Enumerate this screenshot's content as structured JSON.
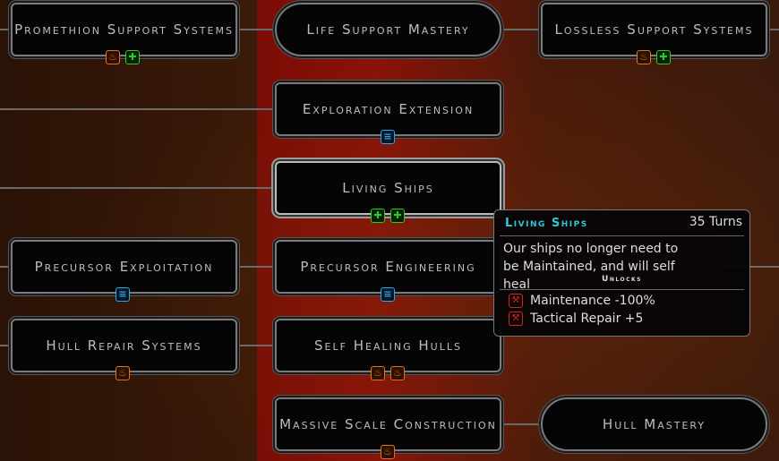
{
  "nodes": {
    "promethion": {
      "label": "Promethion Support Systems",
      "icons": [
        "orange",
        "green"
      ]
    },
    "life_support": {
      "label": "Life Support Mastery"
    },
    "lossless": {
      "label": "Lossless Support Systems",
      "icons": [
        "orange",
        "green"
      ]
    },
    "exploration": {
      "label": "Exploration Extension",
      "icons": [
        "blue"
      ]
    },
    "living_ships": {
      "label": "Living Ships",
      "icons": [
        "green",
        "green"
      ]
    },
    "precursor_exploitation": {
      "label": "Precursor Exploitation",
      "icons": [
        "blue"
      ]
    },
    "precursor_engineering": {
      "label": "Precursor Engineering",
      "icons": [
        "blue"
      ]
    },
    "hull_repair": {
      "label": "Hull Repair Systems",
      "icons": [
        "orange"
      ]
    },
    "self_healing": {
      "label": "Self Healing Hulls",
      "icons": [
        "orange",
        "orange"
      ]
    },
    "massive_scale": {
      "label": "Massive Scale Construction",
      "icons": [
        "orange"
      ]
    },
    "hull_mastery": {
      "label": "Hull Mastery"
    }
  },
  "tooltip": {
    "title": "Living Ships",
    "turns": "35 Turns",
    "description": "Our ships no longer need to be Maintained, and will self heal",
    "unlocks_label": "Unlocks",
    "unlocks": [
      "Maintenance -100%",
      "Tactical Repair +5"
    ]
  },
  "colors": {
    "orange": "#e0701a",
    "green": "#2ec82e",
    "blue": "#2aa8e0",
    "title": "#30c8d8",
    "red": "#e02020"
  }
}
